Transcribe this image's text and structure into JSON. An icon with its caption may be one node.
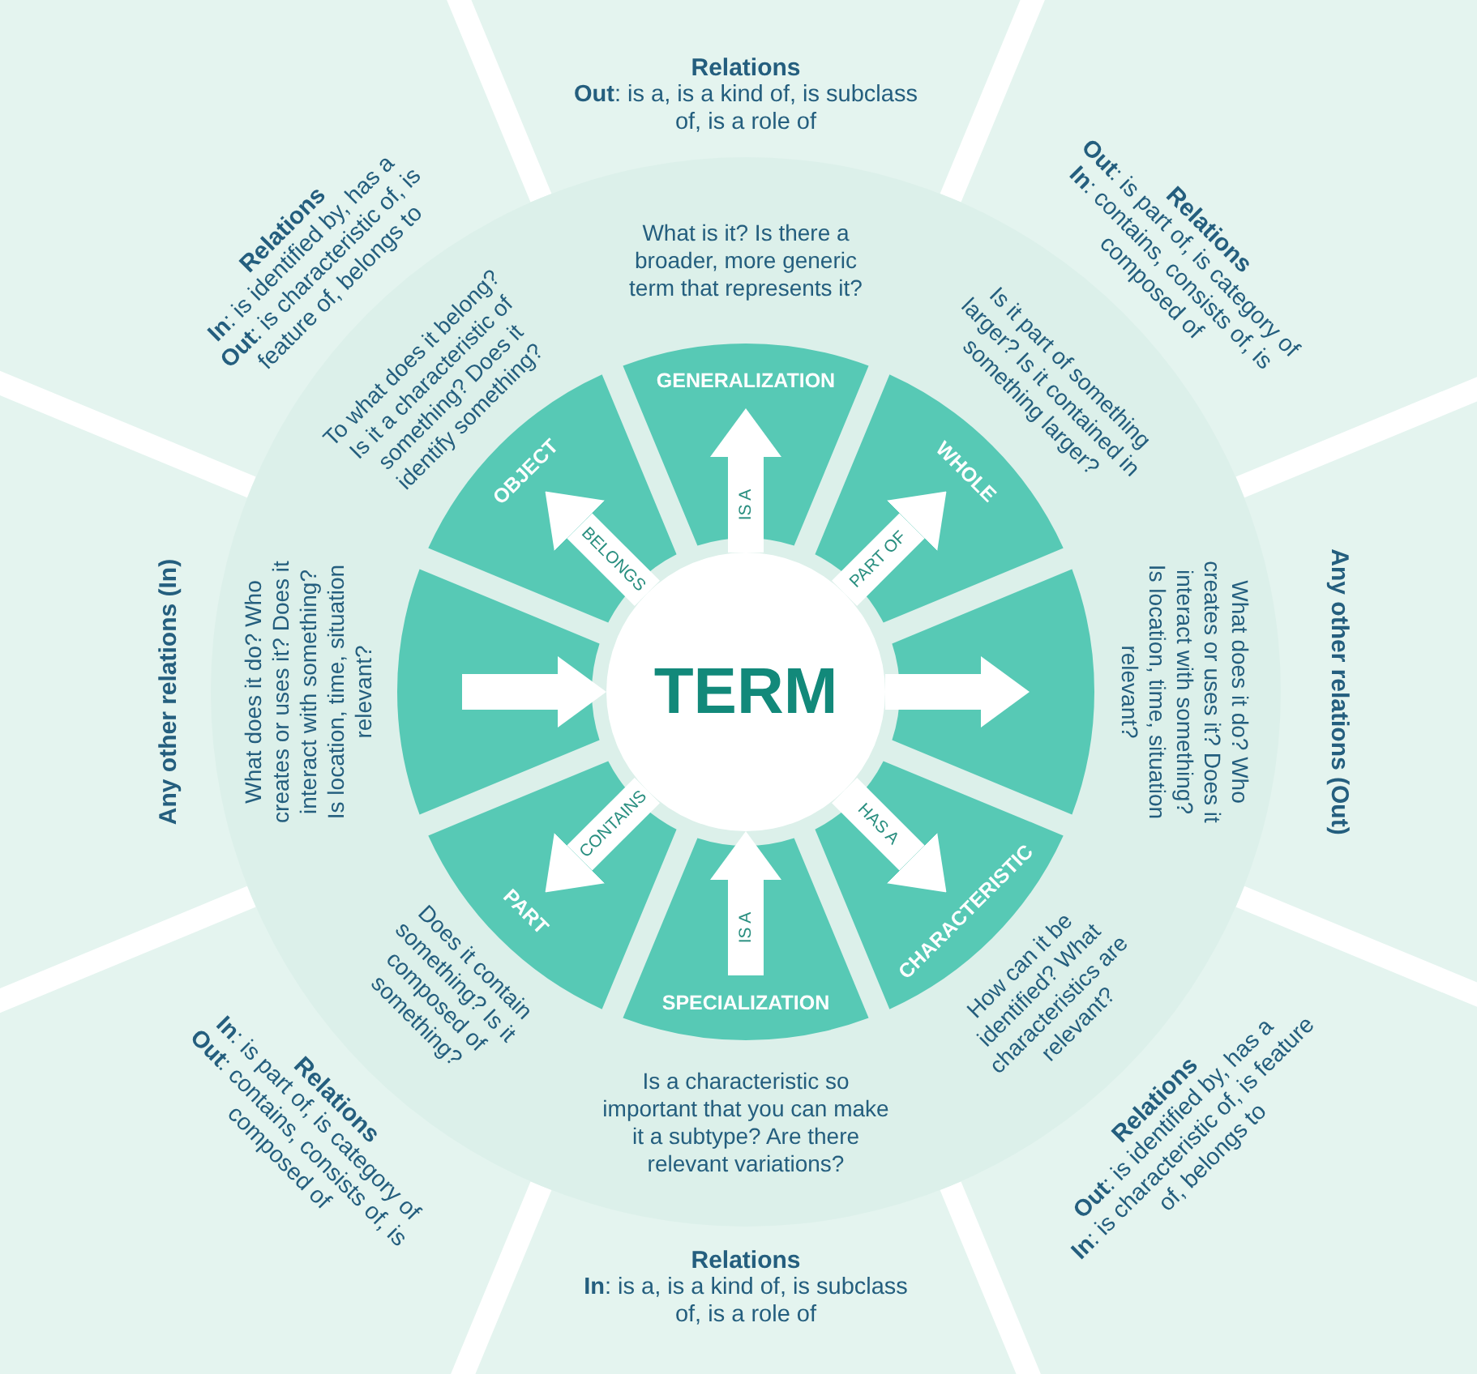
{
  "diagram": {
    "nodes": [
      {
        "text": [
          "TERM"
        ]
      },
      {
        "text": [
          "GENERALIZATION"
        ]
      },
      {
        "text": [
          "WHOLE"
        ]
      },
      {
        "text": [],
        "shape": "sector"
      },
      {
        "text": [
          "CHARACTERISTIC"
        ]
      },
      {
        "text": [
          "SPECIALIZATION"
        ]
      },
      {
        "text": [
          "PART"
        ]
      },
      {
        "text": [],
        "shape": "sector"
      },
      {
        "text": [
          "OBJECT"
        ]
      }
    ],
    "edges": [
      {
        "from": 0,
        "to": 1,
        "arrow": "to",
        "label": "IS A"
      },
      {
        "from": 0,
        "to": 2,
        "arrow": "to",
        "label": "PART OF"
      },
      {
        "from": 0,
        "to": 7,
        "arrow": "to"
      },
      {
        "from": 0,
        "to": 4,
        "arrow": "to",
        "label": "HAS A"
      },
      {
        "from": 5,
        "to": 0,
        "arrow": "to",
        "label": "IS A"
      },
      {
        "from": 0,
        "to": 6,
        "arrow": "to",
        "label": "CONTAINS"
      },
      {
        "from": 3,
        "to": 0,
        "arrow": "to"
      },
      {
        "from": 0,
        "to": 8,
        "arrow": "to",
        "label": "BELONGS"
      }
    ],
    "labels": [
      "Relations",
      "**Out**: is a, is a kind of, is subclass of, is a role of",
      "Relations",
      "**In**: is identified by, has a",
      "**Out**: is characteristic of, is feature of, belongs to",
      "Relations",
      "**Out**: is part of, is category of",
      "**In**: contains, consists of, is composed of",
      "What is it? Is there a broader, more generic term that represents it?",
      "To what does it belong? Is it a characteristic of something? Does it identify something?",
      "Is it part of something larger? Is it contained in something larger?",
      "Any other relations (In)",
      "What does it do? Who creates or uses it? Does it interact with something? Is location, time, situation relevant?",
      "What does it do? Who creates or uses it? Does it interact with something? Is location, time, situation relevant?",
      "Any other relations (Out)",
      "Does it contain something? Is it composed of something?",
      "How can it be identified? What characteristics are relevant?",
      "Relations",
      "**In**: is part of, is category of",
      "**Out**: contains, consists of, is composed of",
      "Is a characteristic so important that you can make it a subtype? Are there relevant variations?",
      "Relations",
      "**Out**: is identified by, has a",
      "**In**: is characteristic of, is feature of, belongs to",
      "Relations",
      "**In**: is a, is a kind of, is subclass of, is a role of"
    ]
  }
}
